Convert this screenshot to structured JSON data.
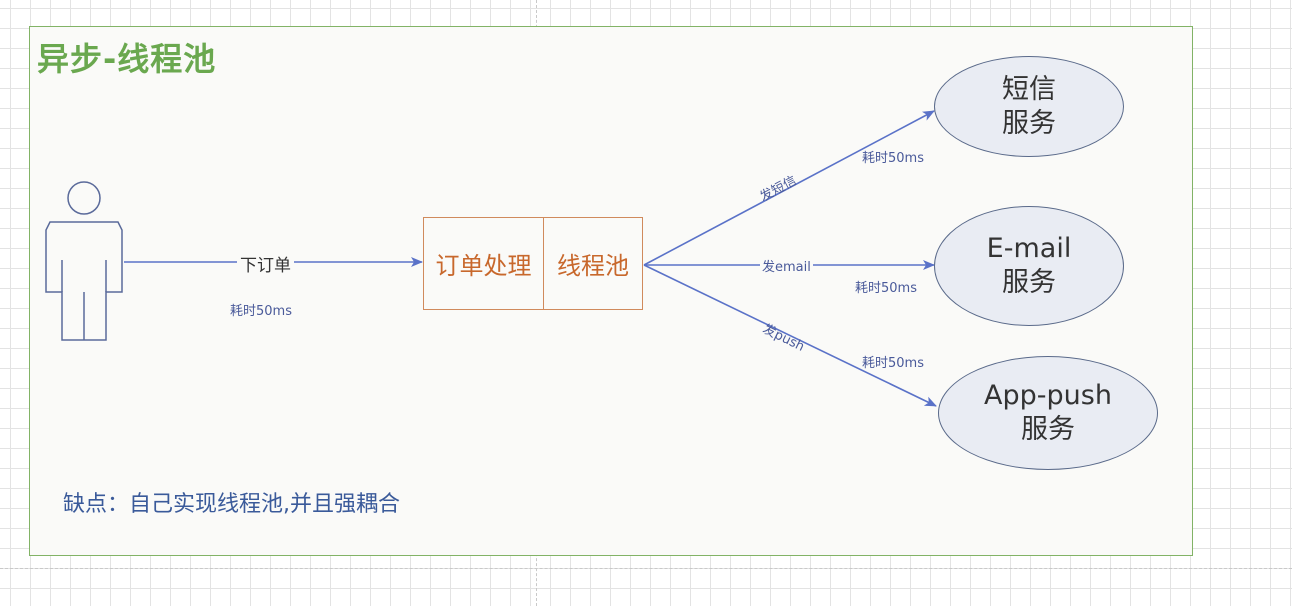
{
  "title": "异步-线程池",
  "user": {
    "edge_label": "下订单",
    "time_label": "耗时50ms"
  },
  "boxes": {
    "order": "订单处理",
    "pool": "线程池"
  },
  "services": [
    {
      "line1": "短信",
      "line2": "服务",
      "edge_label": "发短信",
      "time_label": "耗时50ms"
    },
    {
      "line1": "E-mail",
      "line2": "服务",
      "edge_label": "发email",
      "time_label": "耗时50ms"
    },
    {
      "line1": "App-push",
      "line2": "服务",
      "edge_label": "发push",
      "time_label": "耗时50ms"
    }
  ],
  "footer": "缺点：自己实现线程池,并且强耦合",
  "colors": {
    "frame": "#82b366",
    "title": "#6aa84f",
    "arrow": "#5a72c8",
    "box": "#d08a5c",
    "box_text": "#c8682c",
    "ellipse_fill": "#e9ecf3",
    "ellipse_border": "#5a6a8a"
  }
}
